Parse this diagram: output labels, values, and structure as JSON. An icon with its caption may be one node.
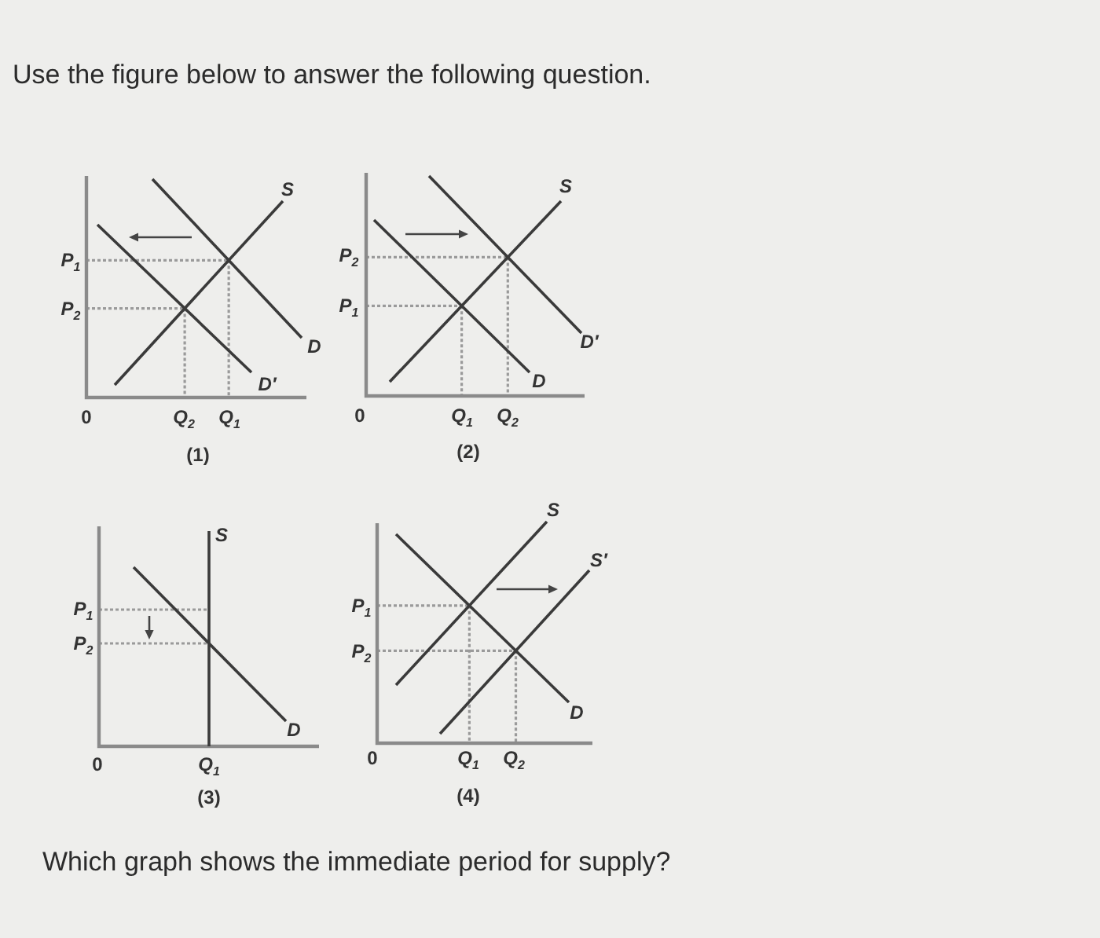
{
  "diagram": {
    "title": "Use the figure below to answer the following question.",
    "caption": "Which graph shows the immediate period for supply?",
    "labels": [
      "S",
      "P$_{1}$",
      "P$_{2}$",
      "D",
      "D′",
      "0",
      "Q$_{2}$",
      "Q$_{1}$",
      "(1)",
      "S",
      "P$_{2}$",
      "P$_{1}$",
      "D′",
      "D",
      "0",
      "Q$_{1}$",
      "Q$_{2}$",
      "(2)",
      "S",
      "P$_{1}$",
      "P$_{2}$",
      "D",
      "0",
      "Q$_{1}$",
      "(3)",
      "S",
      "S′",
      "P$_{1}$",
      "P$_{2}$",
      "D",
      "0",
      "Q$_{1}$",
      "Q$_{2}$",
      "(4)"
    ]
  }
}
